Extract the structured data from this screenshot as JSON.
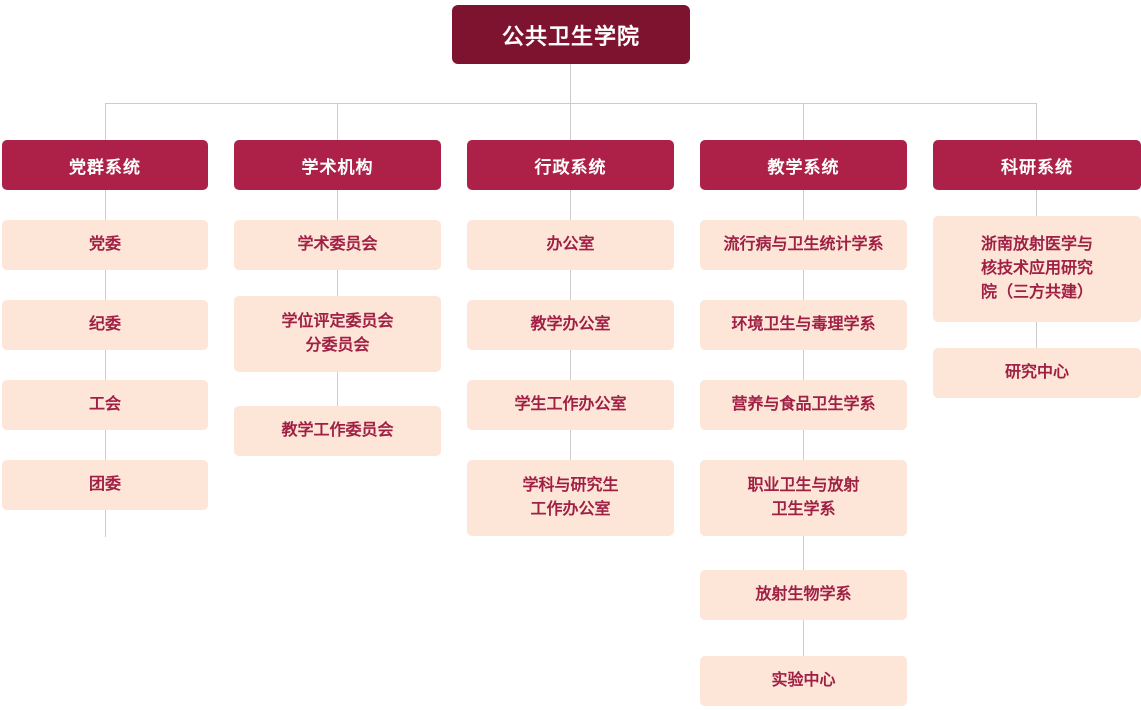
{
  "root": {
    "label": "公共卫生学院"
  },
  "columns": [
    {
      "header": "党群系统",
      "items": [
        {
          "label": "党委"
        },
        {
          "label": "纪委"
        },
        {
          "label": "工会"
        },
        {
          "label": "团委"
        }
      ]
    },
    {
      "header": "学术机构",
      "items": [
        {
          "label": "学术委员会"
        },
        {
          "label": "学位评定委员会\n分委员会"
        },
        {
          "label": "教学工作委员会"
        }
      ]
    },
    {
      "header": "行政系统",
      "items": [
        {
          "label": "办公室"
        },
        {
          "label": "教学办公室"
        },
        {
          "label": "学生工作办公室"
        },
        {
          "label": "学科与研究生\n工作办公室"
        }
      ]
    },
    {
      "header": "教学系统",
      "items": [
        {
          "label": "流行病与卫生统计学系"
        },
        {
          "label": "环境卫生与毒理学系"
        },
        {
          "label": "营养与食品卫生学系"
        },
        {
          "label": "职业卫生与放射\n卫生学系"
        },
        {
          "label": "放射生物学系"
        },
        {
          "label": "实验中心"
        }
      ]
    },
    {
      "header": "科研系统",
      "items": [
        {
          "label": "浙南放射医学与\n核技术应用研究\n院（三方共建）"
        },
        {
          "label": "研究中心"
        }
      ]
    }
  ],
  "colors": {
    "root_bg": "#7d132f",
    "header_bg": "#ad2148",
    "item_bg": "#fde6d7",
    "item_text": "#a02045",
    "line": "#cccccc"
  }
}
